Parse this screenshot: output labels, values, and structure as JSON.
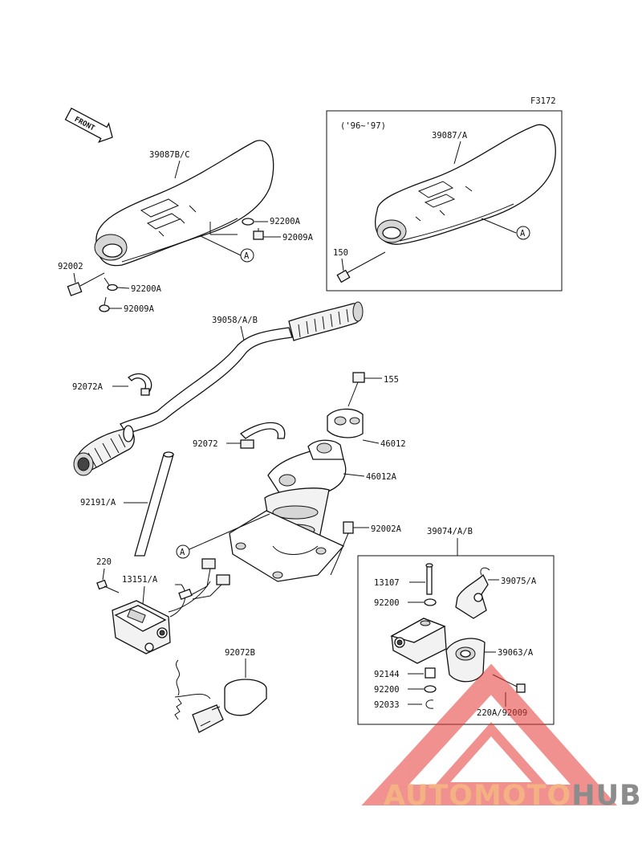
{
  "figure_code": "F3172",
  "front_label": "FRONT",
  "inset": {
    "year_label": "('96~'97)",
    "part": "39087/A",
    "bolt": "150",
    "ref": "A"
  },
  "callouts": {
    "main_ref": "A",
    "stand_ref": "A"
  },
  "parts": {
    "p39087bc": "39087B/C",
    "p92200a_top": "92200A",
    "p92009a_top": "92009A",
    "p92002": "92002",
    "p92200a_low": "92200A",
    "p92009a_low": "92009A",
    "p39058": "39058/A/B",
    "p92072a": "92072A",
    "p155": "155",
    "p92072": "92072",
    "p46012": "46012",
    "p46012a": "46012A",
    "p92191": "92191/A",
    "p92002a": "92002A",
    "p220": "220",
    "p13151": "13151/A",
    "p92072b": "92072B"
  },
  "subassembly": {
    "title": "39074/A/B",
    "p13107": "13107",
    "p39075": "39075/A",
    "p92200_a": "92200",
    "p39063": "39063/A",
    "p92144": "92144",
    "p92200_b": "92200",
    "p92033": "92033",
    "p220a": "220A/92009"
  },
  "watermark": {
    "part1": "AUTOMOTO",
    "part2": "HUB",
    "color1": "#f4b183",
    "color2": "#8c8c8c",
    "triangle_color": "#e53935"
  }
}
